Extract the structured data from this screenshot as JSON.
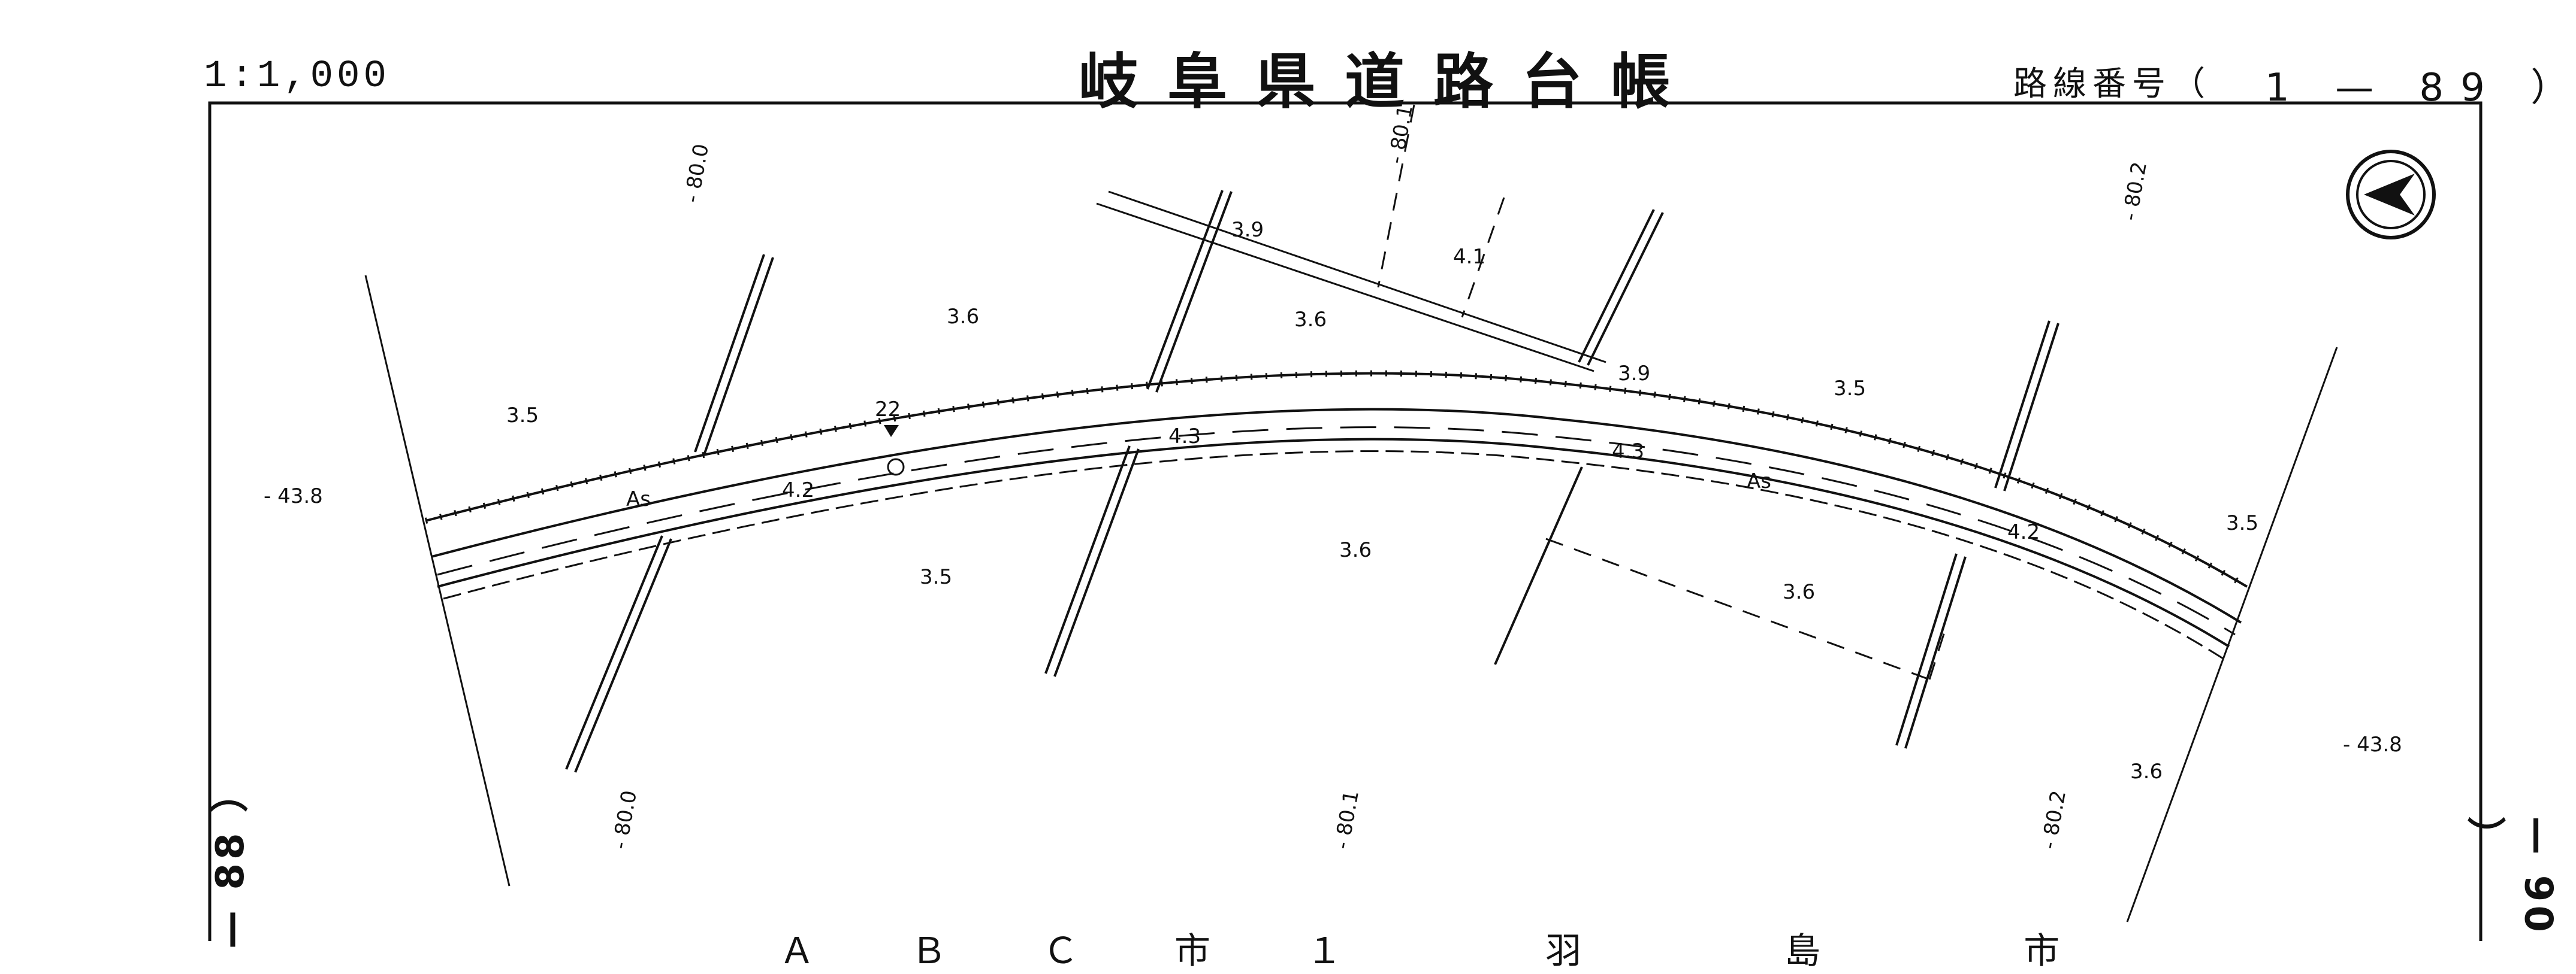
{
  "header": {
    "scale": "1:1,000",
    "title": "岐阜県道路台帳",
    "route_label": "路線番号（",
    "route_number": "1 — 89 ）"
  },
  "adjacent_sheets": {
    "left": "— 88 ）",
    "right": "— 90 ）"
  },
  "north_arrow": {
    "icon": "north-arrow-icon"
  },
  "contours": [
    {
      "label": "- 80.0"
    },
    {
      "label": "- 80.1"
    },
    {
      "label": "- 80.2"
    },
    {
      "label": "- 80.0"
    },
    {
      "label": "- 80.1"
    },
    {
      "label": "- 80.2"
    }
  ],
  "gridlines": [
    {
      "label": "- 43.8"
    },
    {
      "label": "- 43.8"
    }
  ],
  "road_widths": [
    {
      "label": "4.2"
    },
    {
      "label": "4.3"
    },
    {
      "label": "4.3"
    },
    {
      "label": "4.2"
    }
  ],
  "surface": [
    {
      "label": "As"
    },
    {
      "label": "As"
    }
  ],
  "route_marker": {
    "label": "22"
  },
  "elevations": [
    {
      "label": "3.5"
    },
    {
      "label": "3.6"
    },
    {
      "label": "3.9"
    },
    {
      "label": "4.1"
    },
    {
      "label": "3.6"
    },
    {
      "label": "3.9"
    },
    {
      "label": "3.5"
    },
    {
      "label": "3.5"
    },
    {
      "label": "3.6"
    },
    {
      "label": "3.5"
    },
    {
      "label": "3.6"
    },
    {
      "label": "3.6"
    }
  ],
  "bottom_caption": "ＡＢＣ市１ 羽 島 市"
}
